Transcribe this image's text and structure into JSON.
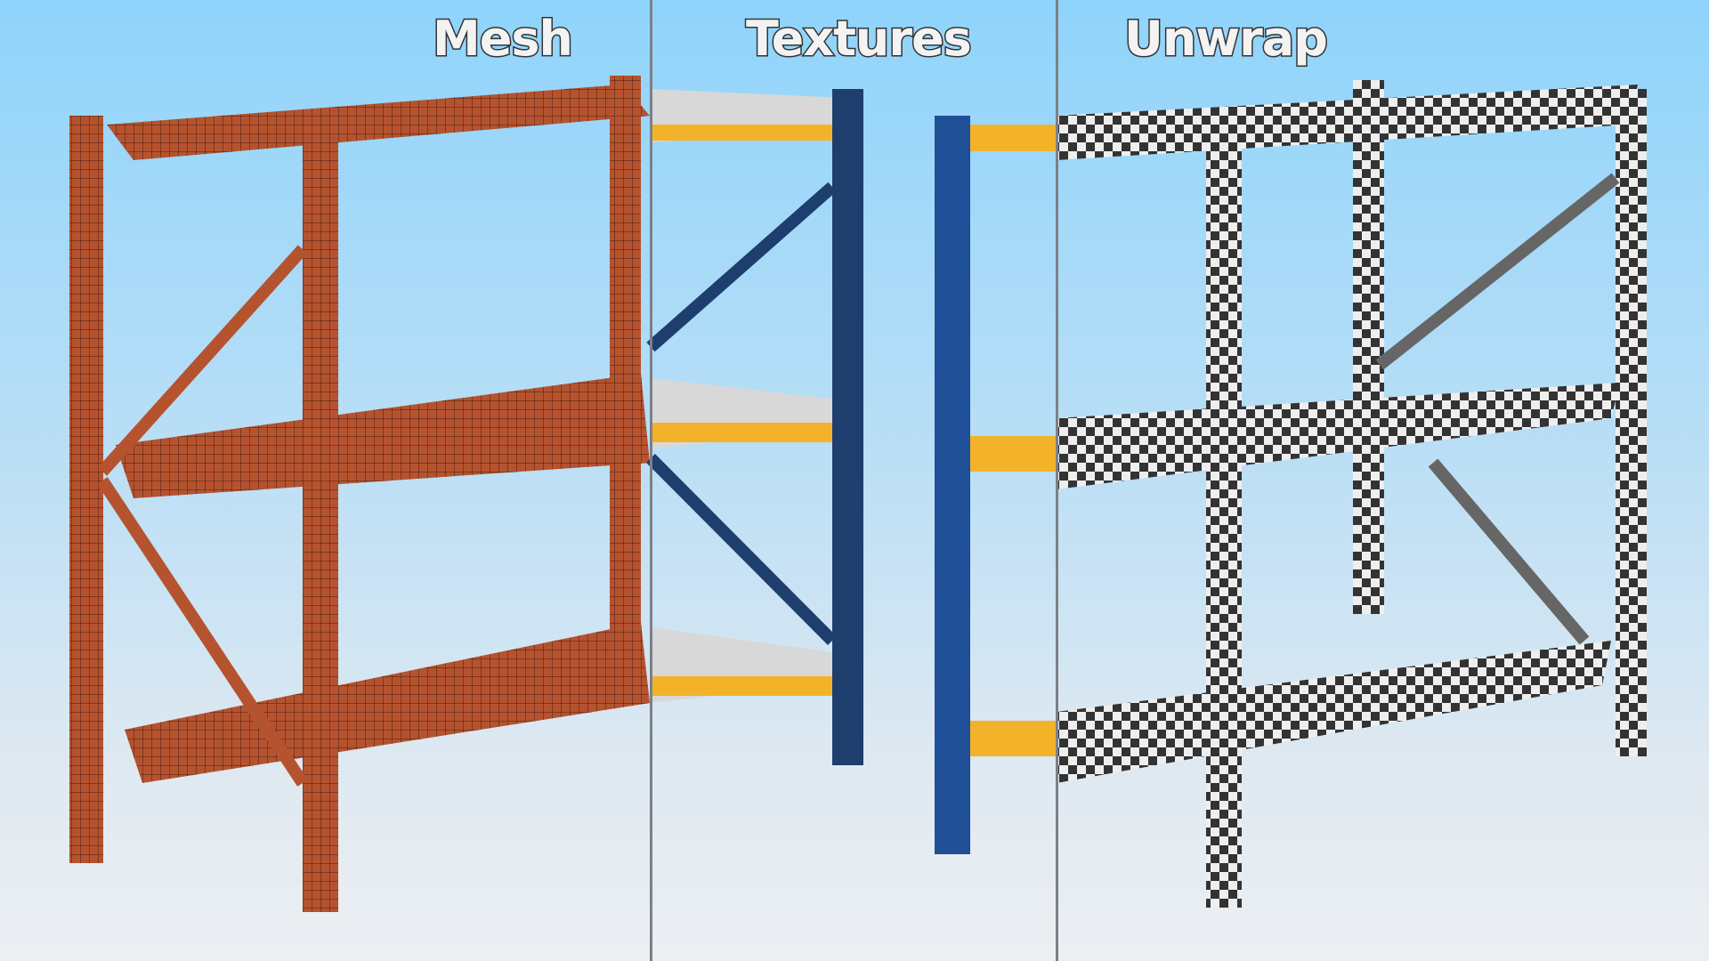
{
  "panels": [
    {
      "label": "Mesh",
      "style": "wireframe",
      "color": "#b5532f"
    },
    {
      "label": "Textures",
      "style": "textured",
      "post_color": "#1e3f6e",
      "beam_color": "#f2b32a"
    },
    {
      "label": "Unwrap",
      "style": "checker",
      "color": "#3a3a3a"
    }
  ]
}
